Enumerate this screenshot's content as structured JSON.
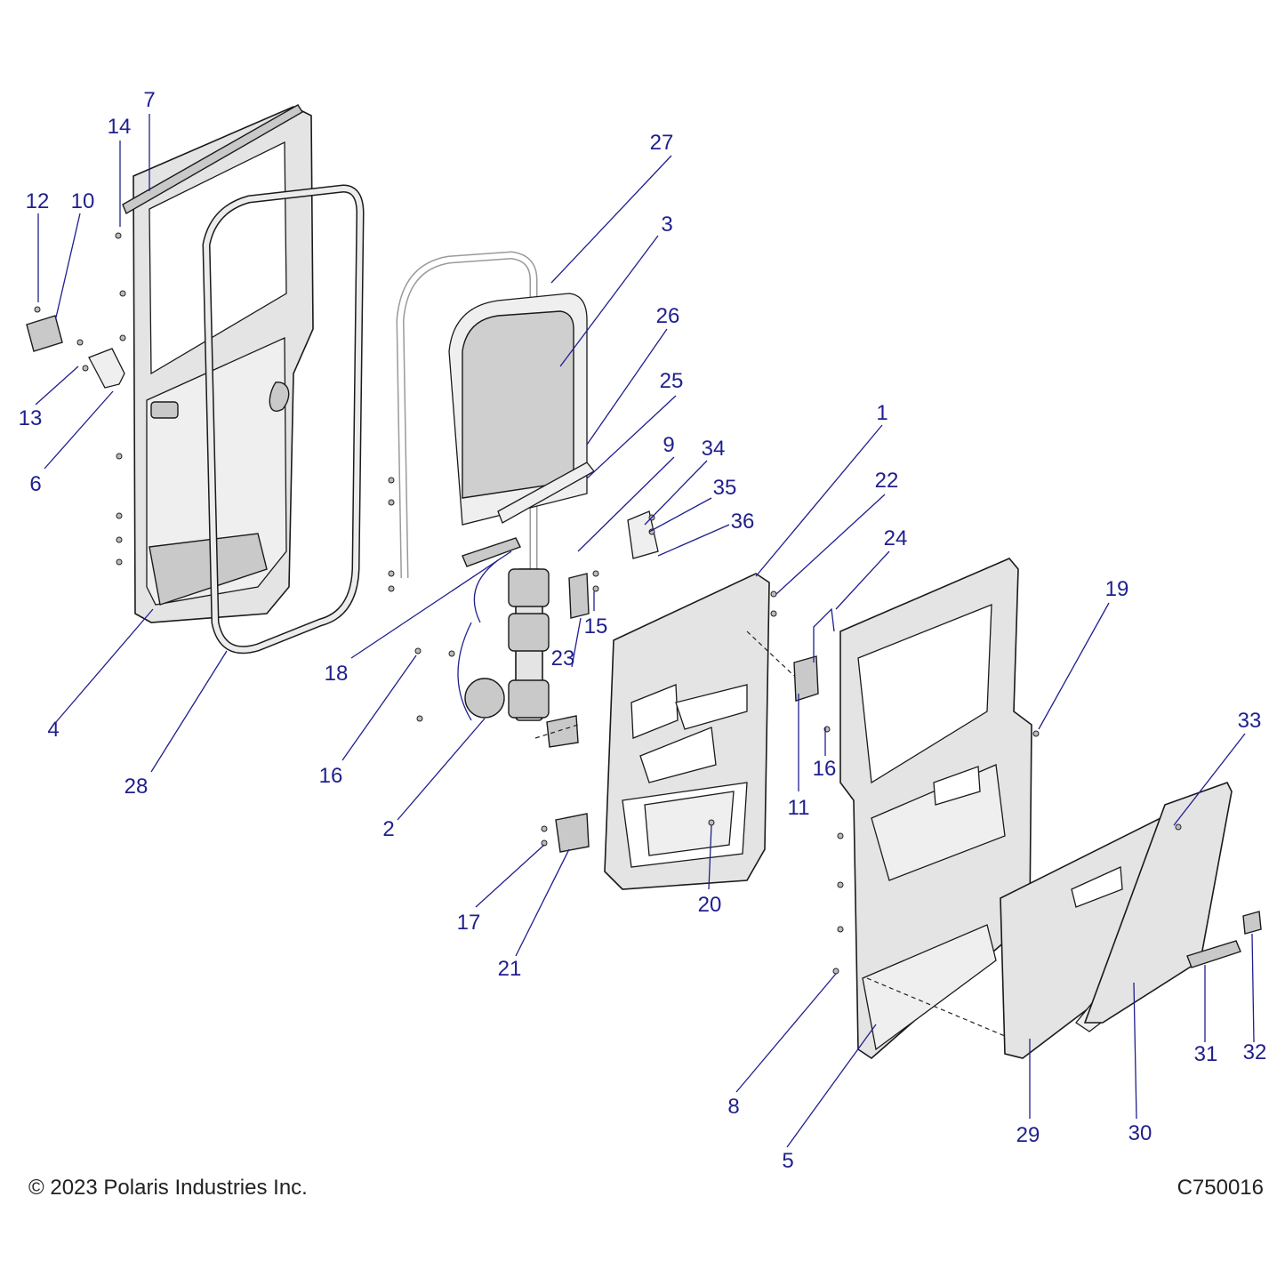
{
  "copyright": "© 2023 Polaris Industries Inc.",
  "drawing_number": "C750016",
  "callouts": [
    {
      "id": "c1",
      "label": "1"
    },
    {
      "id": "c2",
      "label": "2"
    },
    {
      "id": "c3",
      "label": "3"
    },
    {
      "id": "c4",
      "label": "4"
    },
    {
      "id": "c5",
      "label": "5"
    },
    {
      "id": "c6",
      "label": "6"
    },
    {
      "id": "c7",
      "label": "7"
    },
    {
      "id": "c8",
      "label": "8"
    },
    {
      "id": "c9",
      "label": "9"
    },
    {
      "id": "c10",
      "label": "10"
    },
    {
      "id": "c11",
      "label": "11"
    },
    {
      "id": "c12",
      "label": "12"
    },
    {
      "id": "c13",
      "label": "13"
    },
    {
      "id": "c14",
      "label": "14"
    },
    {
      "id": "c15",
      "label": "15"
    },
    {
      "id": "c16a",
      "label": "16"
    },
    {
      "id": "c16b",
      "label": "16"
    },
    {
      "id": "c17",
      "label": "17"
    },
    {
      "id": "c18",
      "label": "18"
    },
    {
      "id": "c19",
      "label": "19"
    },
    {
      "id": "c20",
      "label": "20"
    },
    {
      "id": "c21",
      "label": "21"
    },
    {
      "id": "c22",
      "label": "22"
    },
    {
      "id": "c23",
      "label": "23"
    },
    {
      "id": "c24",
      "label": "24"
    },
    {
      "id": "c25",
      "label": "25"
    },
    {
      "id": "c26",
      "label": "26"
    },
    {
      "id": "c27",
      "label": "27"
    },
    {
      "id": "c28",
      "label": "28"
    },
    {
      "id": "c29",
      "label": "29"
    },
    {
      "id": "c30",
      "label": "30"
    },
    {
      "id": "c31",
      "label": "31"
    },
    {
      "id": "c32",
      "label": "32"
    },
    {
      "id": "c33",
      "label": "33"
    },
    {
      "id": "c34",
      "label": "34"
    },
    {
      "id": "c35",
      "label": "35"
    },
    {
      "id": "c36",
      "label": "36"
    }
  ]
}
